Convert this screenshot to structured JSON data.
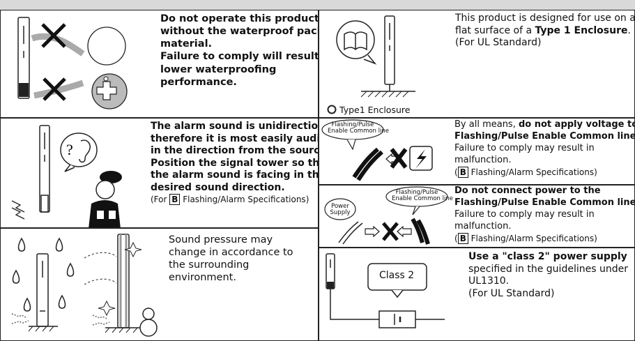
{
  "panels": [
    {
      "lines": [
        "Do not operate this product",
        "without the waterproof packing",
        "material.",
        "Failure to comply will result in",
        "lower waterproofing",
        "performance."
      ]
    },
    {
      "lines": [
        "This product is designed  for use on a",
        "flat surface of a ",
        "Type 1 Enclosure",
        ".",
        "(For UL Standard)"
      ],
      "caption": "Type1 Enclosure"
    },
    {
      "lines": [
        "The alarm sound is unidirectional,",
        "therefore it is most easily audible",
        "in the direction from the source.",
        "Position the signal tower so that",
        "the alarm sound is facing in the",
        "desired sound direction.",
        "(For ",
        "B",
        " Flashing/Alarm Specifications)"
      ]
    },
    {
      "lines": [
        "By all means, ",
        "do not apply voltage to the",
        "Flashing/Pulse Enable Common line",
        ".",
        "Failure to comply may result in",
        "malfunction.",
        "(",
        "B",
        " Flashing/Alarm Specifications)"
      ],
      "bubble": [
        "Flashing/Pulse",
        "Enable Common line"
      ]
    },
    {
      "lines": [
        "Do not connect power to the",
        "Flashing/Pulse Enable Common line.",
        "Failure to comply may result in",
        "malfunction.",
        "(",
        "B",
        " Flashing/Alarm Specifications)"
      ],
      "bubble_power": [
        "Power",
        "Supply"
      ],
      "bubble_line": [
        "Flashing/Pulse",
        "Enable Common line"
      ]
    },
    {
      "lines": [
        "Sound pressure may",
        "change in accordance to",
        "the surrounding",
        "environment."
      ]
    },
    {
      "lines": [
        "Use a \"class 2\" power supply",
        "specified in the guidelines under",
        "UL1310.",
        "(For UL Standard)"
      ],
      "callout": "Class 2"
    }
  ]
}
